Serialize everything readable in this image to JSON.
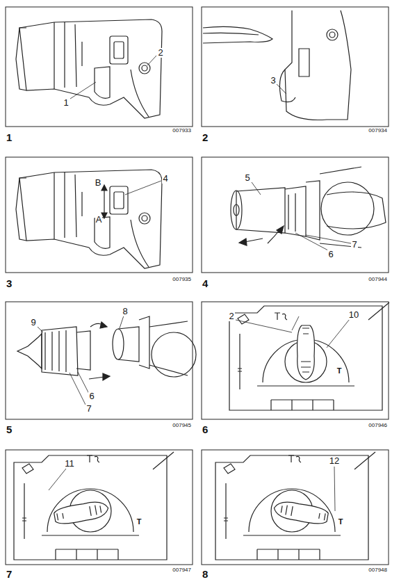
{
  "diagram": {
    "labels": [
      "1",
      "2",
      "007933",
      "1",
      "3",
      "007934",
      "2",
      "B",
      "A",
      "4",
      "007935",
      "3",
      "5",
      "7",
      "6",
      "007944",
      "4",
      "9",
      "8",
      "6",
      "7",
      "007945",
      "5",
      "2",
      "10",
      "T",
      "007946",
      "6",
      "11",
      "T",
      "007947",
      "7",
      "12",
      "T",
      "007948",
      "8"
    ]
  }
}
